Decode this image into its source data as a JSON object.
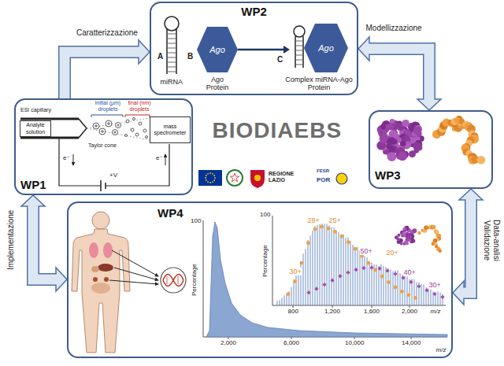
{
  "diagram": {
    "nodes": [
      {
        "text": [
          "WP2"
        ]
      },
      {
        "text": [
          "Ago"
        ],
        "in": 0
      },
      {
        "text": [
          "Ago"
        ],
        "in": 0
      },
      {
        "text": [
          "WP1"
        ]
      },
      {
        "text": [
          "Analyte solution"
        ],
        "in": 3
      },
      {
        "text": [
          "mass spectrometer"
        ],
        "in": 3
      },
      {
        "text": [
          "WP3"
        ]
      },
      {
        "text": [
          "WP4"
        ]
      }
    ],
    "edges": [
      {
        "from": 3,
        "to": 0,
        "arrow": "to",
        "label": "Caratterizzazione"
      },
      {
        "from": 0,
        "to": 6,
        "arrow": "both",
        "label": "Modellizzazione"
      },
      {
        "from": 3,
        "to": 7,
        "arrow": "both",
        "label": "Implementazione"
      },
      {
        "from": 6,
        "to": 7,
        "arrow": "both",
        "label": "Data-analisi Validazione"
      },
      {
        "from": 1,
        "to": 2,
        "arrow": "to"
      }
    ],
    "labels": [
      "A",
      "miRNA",
      "B",
      "Ago Protein",
      "C",
      "Complex miRNA-Ago Protein",
      "ESI capillary",
      "initial (µm) droplets",
      "final (nm) droplets",
      "Taylor cone",
      "e⁻",
      "e⁻",
      "+V",
      "BIODIAEBS",
      "REGIONE LAZIO",
      "FESR",
      "POR",
      "100",
      "Percentage",
      "2,000",
      "6,000",
      "10,000",
      "14,000",
      "m/z",
      "100",
      "Percentage",
      "800",
      "1,200",
      "1,600",
      "2,000",
      "m/z",
      "30+",
      "28+",
      "25+",
      "50+",
      "20+",
      "40+",
      "30+"
    ]
  }
}
